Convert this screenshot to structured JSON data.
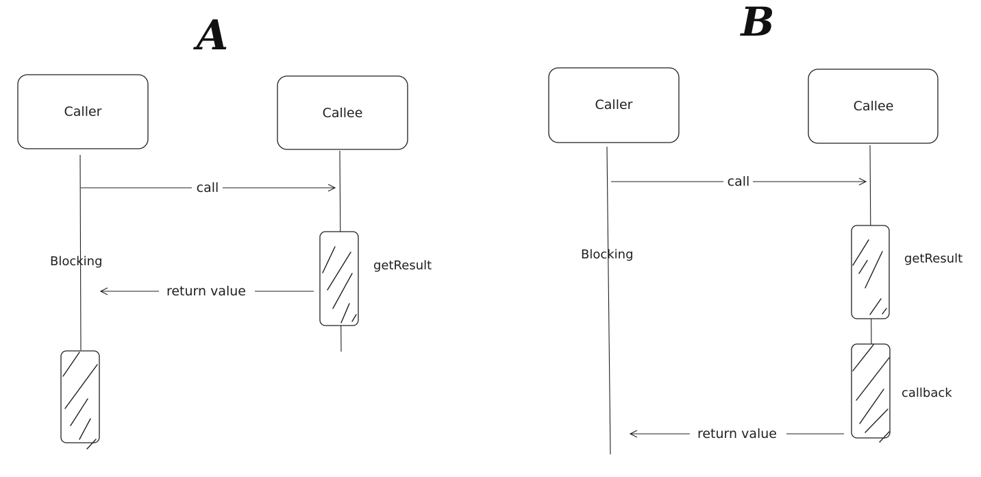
{
  "diagram_a": {
    "title": "A",
    "caller_label": "Caller",
    "callee_label": "Callee",
    "call_label": "call",
    "blocking_label": "Blocking",
    "get_result_label": "getResult",
    "return_label": "return value"
  },
  "diagram_b": {
    "title": "B",
    "caller_label": "Caller",
    "callee_label": "Callee",
    "call_label": "call",
    "blocking_label": "Blocking",
    "get_result_label": "getResult",
    "callback_label": "callback",
    "return_label": "return value"
  },
  "colors": {
    "stroke": "#1e1e1e",
    "background": "#ffffff"
  }
}
